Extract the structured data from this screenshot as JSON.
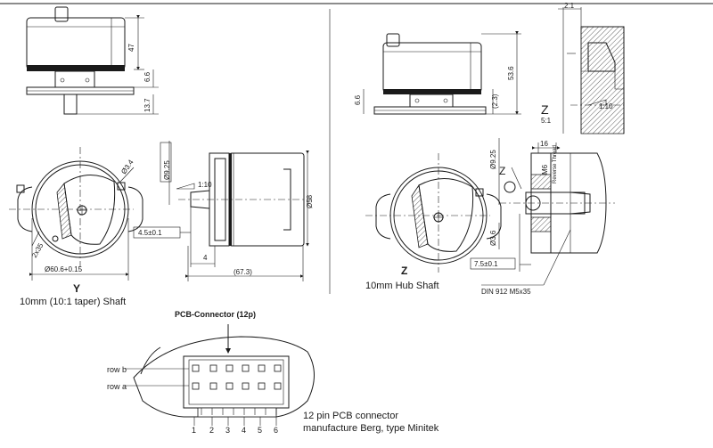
{
  "view_y": {
    "letter": "Y",
    "caption": "10mm (10:1 taper) Shaft",
    "dims": {
      "height_47": "47",
      "height_6_6": "6.6",
      "height_13_7": "13.7",
      "dia_9_25": "Ø9.25",
      "taper": "1:10",
      "dia_58": "Ø58",
      "len_4_5": "4.5±0.1",
      "len_4": "4",
      "len_67_3": "(67.3)",
      "dia_60_6": "Ø60.6+0.15",
      "hole_3_4": "Ø3.4",
      "slot_35": "2x35"
    }
  },
  "view_z": {
    "letter": "Z",
    "caption": "10mm Hub Shaft",
    "detail_letter": "Z",
    "detail_scale": "5:1",
    "dims": {
      "top_2_1": "2.1",
      "height_53_6": "53.6",
      "height_6_6": "6.6",
      "height_2_3": "(2.3)",
      "dia_9_25": "Ø9.25",
      "len_16": "16",
      "m6": "M6",
      "reverse_thread": "Reverse Thread",
      "dia_3_6": "Ø3.6",
      "len_7_5": "7.5±0.1",
      "taper": "1:10",
      "din": "DIN 912  M5x35"
    }
  },
  "connector": {
    "title": "PCB-Connector (12p)",
    "row_b": "row b",
    "row_a": "row a",
    "pins": [
      "1",
      "2",
      "3",
      "4",
      "5",
      "6"
    ],
    "desc_line1": "12 pin PCB connector",
    "desc_line2": "manufacture Berg, type Minitek"
  }
}
